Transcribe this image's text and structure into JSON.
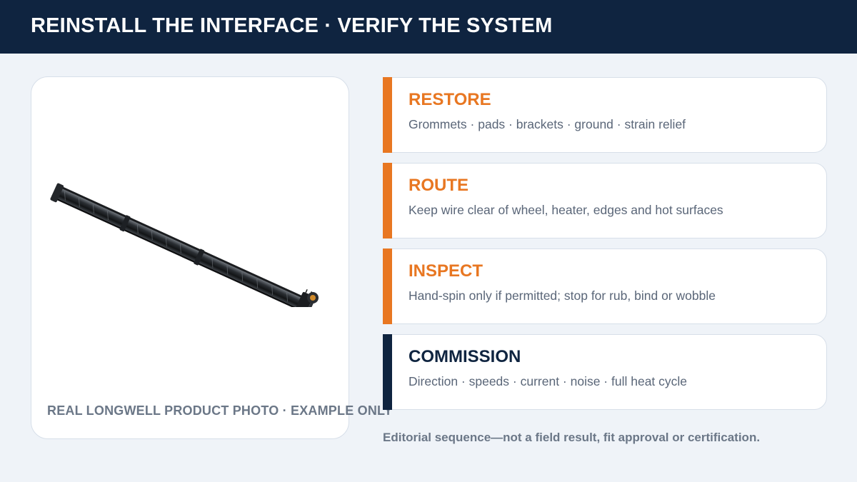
{
  "header": {
    "title": "REINSTALL THE INTERFACE · VERIFY THE SYSTEM"
  },
  "photo": {
    "caption": "REAL LONGWELL PRODUCT PHOTO · EXAMPLE ONLY",
    "subject": "cross-flow-fan-icon"
  },
  "steps": [
    {
      "title": "RESTORE",
      "desc": "Grommets · pads · brackets · ground · strain relief",
      "accent": "#e87722"
    },
    {
      "title": "ROUTE",
      "desc": "Keep wire clear of wheel, heater, edges and hot surfaces",
      "accent": "#e87722"
    },
    {
      "title": "INSPECT",
      "desc": "Hand-spin only if permitted; stop for rub, bind or wobble",
      "accent": "#e87722"
    },
    {
      "title": "COMMISSION",
      "desc": "Direction · speeds · current · noise · full heat cycle",
      "accent": "#0f2440"
    }
  ],
  "footnote": "Editorial sequence—not a field result, fit approval or certification.",
  "colors": {
    "header_bg": "#0f2440",
    "accent_orange": "#e87722",
    "accent_navy": "#0f2440",
    "page_bg": "#eff3f8"
  }
}
